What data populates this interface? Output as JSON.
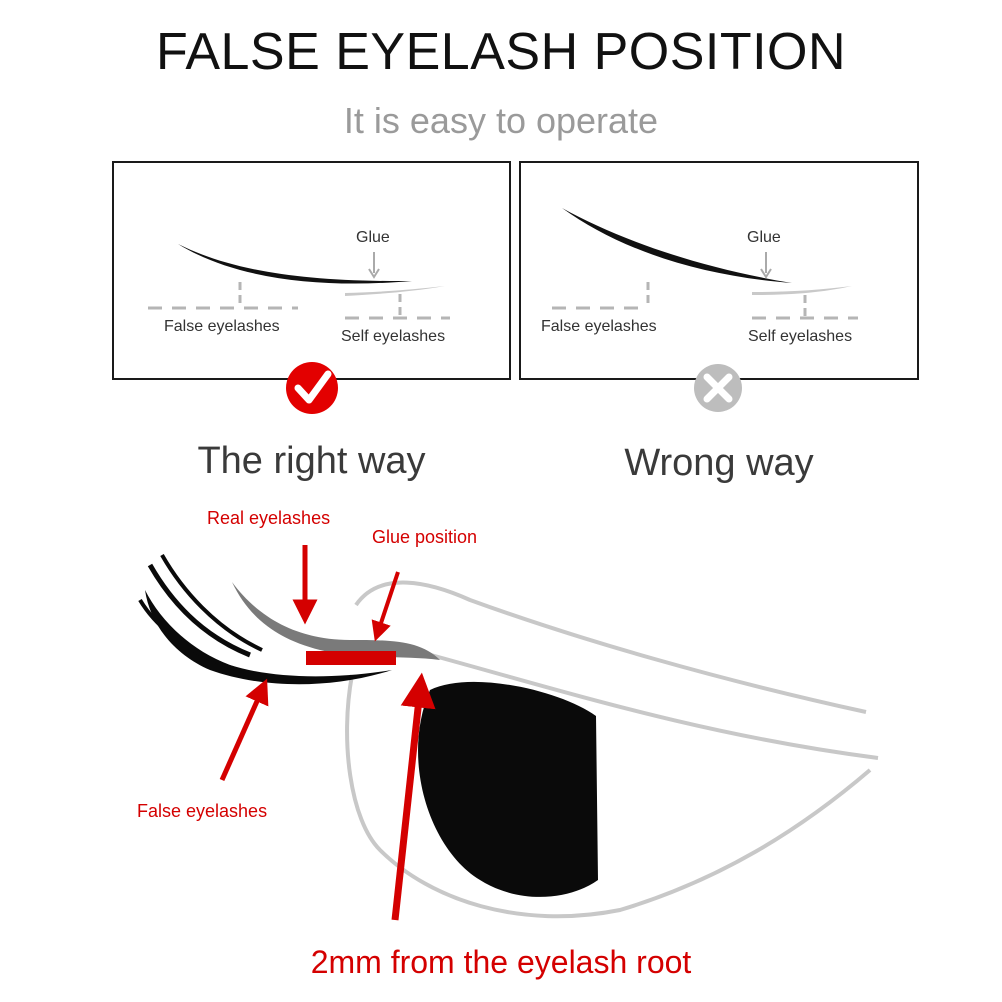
{
  "header": {
    "title": "FALSE EYELASH POSITION",
    "subtitle": "It is easy to operate"
  },
  "panels": [
    {
      "verdict": "The right way",
      "status_icon": "check-icon",
      "status_color": "#e30000",
      "labels": {
        "glue": "Glue",
        "false": "False eyelashes",
        "self": "Self eyelashes"
      }
    },
    {
      "verdict": "Wrong way",
      "status_icon": "cross-icon",
      "status_color": "#bdbdbd",
      "labels": {
        "glue": "Glue",
        "false": "False eyelashes",
        "self": "Self eyelashes"
      }
    }
  ],
  "eye_diagram": {
    "real_eyelashes": "Real eyelashes",
    "glue_position": "Glue position",
    "false_eyelashes": "False eyelashes",
    "caption": "2mm from the eyelash root"
  },
  "colors": {
    "accent_red": "#d40000",
    "outline_gray": "#c8c8c8",
    "dash_gray": "#b5b5b5"
  }
}
